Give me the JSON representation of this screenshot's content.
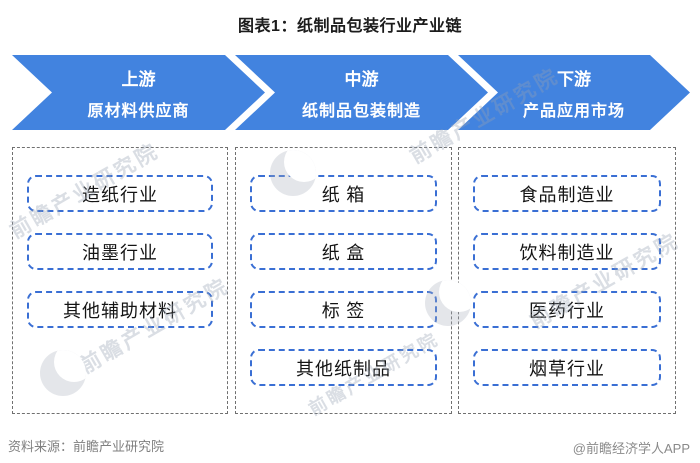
{
  "title": "图表1：纸制品包装行业产业链",
  "colors": {
    "arrow_blue": "#4283df",
    "item_border_blue": "#3a6fd4",
    "outer_border_gray": "#707070",
    "footer_gray": "#7f7f7f"
  },
  "chain": [
    {
      "stage": "上游",
      "desc": "原材料供应商",
      "items": [
        "造纸行业",
        "油墨行业",
        "其他辅助材料"
      ]
    },
    {
      "stage": "中游",
      "desc": "纸制品包装制造",
      "items": [
        "纸 箱",
        "纸 盒",
        "标 签",
        "其他纸制品"
      ]
    },
    {
      "stage": "下游",
      "desc": "产品应用市场",
      "items": [
        "食品制造业",
        "饮料制造业",
        "医药行业",
        "烟草行业"
      ]
    }
  ],
  "footer": {
    "source": "资料来源：前瞻产业研究院",
    "credit": "@前瞻经济学人APP"
  },
  "watermark": {
    "text": "前瞻产业研究院"
  }
}
